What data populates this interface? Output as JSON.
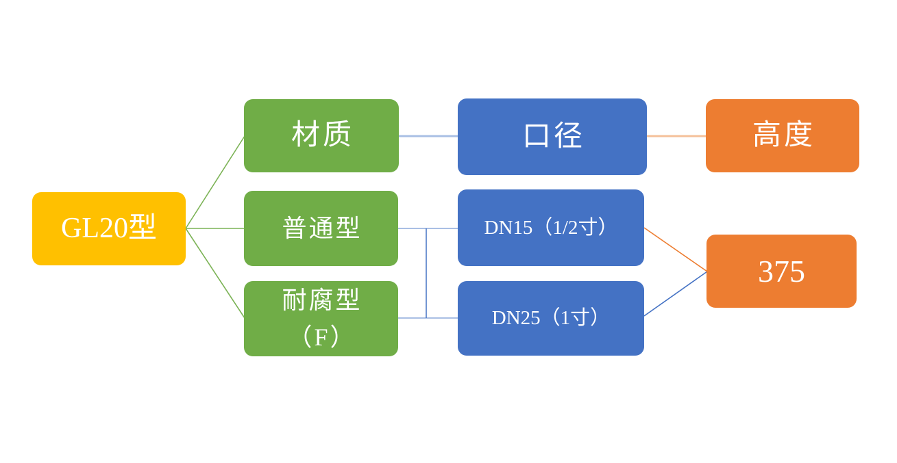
{
  "palette": {
    "gold": "#FFC000",
    "green": "#70AD47",
    "blue": "#4472C4",
    "orange": "#ED7D31",
    "text": "#FFFFFF",
    "line_green": "#7CB356",
    "line_light_blue": "#A9BFE4",
    "line_blue": "#4472C4",
    "line_light_orange": "#F5C09A",
    "line_orange": "#ED7D31"
  },
  "nodes": {
    "root": {
      "label": "GL20型"
    },
    "material": {
      "label": "材质"
    },
    "standard": {
      "label": "普通型"
    },
    "corrosion": {
      "label": "耐腐型",
      "sublabel": "（F）"
    },
    "diameter": {
      "label": "口径"
    },
    "dn15": {
      "label": "DN15（1/2寸）"
    },
    "dn25": {
      "label": "DN25（1寸）"
    },
    "height": {
      "label": "高度"
    },
    "height_value": {
      "label": "375"
    }
  },
  "edges": [
    {
      "from": "root",
      "to": "material",
      "color_key": "line_green"
    },
    {
      "from": "root",
      "to": "standard",
      "color_key": "line_green"
    },
    {
      "from": "root",
      "to": "corrosion",
      "color_key": "line_green"
    },
    {
      "from": "material",
      "to": "diameter",
      "color_key": "line_light_blue"
    },
    {
      "from": "diameter",
      "to": "height",
      "color_key": "line_light_orange"
    },
    {
      "from": "standard",
      "to": "dn15",
      "color_key": "line_light_blue"
    },
    {
      "from": "corrosion",
      "to": "dn25",
      "color_key": "line_light_blue"
    },
    {
      "from": "standard",
      "to": "dn25",
      "color_key": "line_blue"
    },
    {
      "from": "dn15",
      "to": "height_value",
      "color_key": "line_orange"
    },
    {
      "from": "dn25",
      "to": "height_value",
      "color_key": "line_blue"
    }
  ]
}
